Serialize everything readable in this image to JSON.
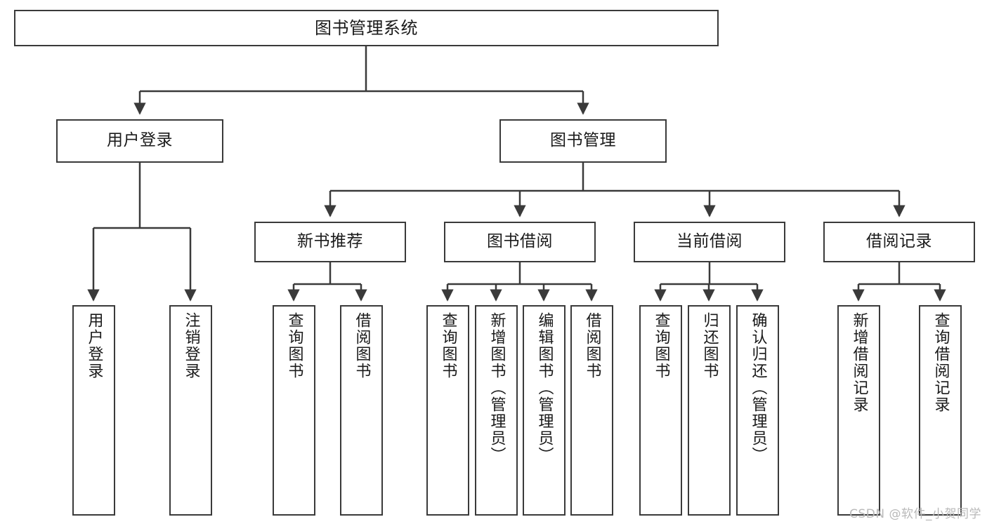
{
  "diagram": {
    "title": "图书管理系统",
    "type": "tree-hierarchy",
    "background_color": "#ffffff",
    "border_color": "#3a3a3a",
    "text_color": "#1a1a1a"
  },
  "nodes": {
    "root": {
      "label": "图书管理系统"
    },
    "level2": [
      {
        "label": "用户登录"
      },
      {
        "label": "图书管理"
      }
    ],
    "level3": [
      {
        "label": "新书推荐"
      },
      {
        "label": "图书借阅"
      },
      {
        "label": "当前借阅"
      },
      {
        "label": "借阅记录"
      }
    ],
    "leaves": {
      "user_login": [
        {
          "label": "用户登录"
        },
        {
          "label": "注销登录"
        }
      ],
      "new_book_recommend": [
        {
          "label": "查询图书"
        },
        {
          "label": "借阅图书"
        }
      ],
      "book_borrow": [
        {
          "label": "查询图书"
        },
        {
          "label": "新增图书（管理员）"
        },
        {
          "label": "编辑图书（管理员）"
        },
        {
          "label": "借阅图书"
        }
      ],
      "current_borrow": [
        {
          "label": "查询图书"
        },
        {
          "label": "归还图书"
        },
        {
          "label": "确认归还（管理员）"
        }
      ],
      "borrow_record": [
        {
          "label": "新增借阅记录"
        },
        {
          "label": "查询借阅记录"
        }
      ]
    }
  },
  "watermark": {
    "text": "CSDN @软件_小贺同学"
  }
}
